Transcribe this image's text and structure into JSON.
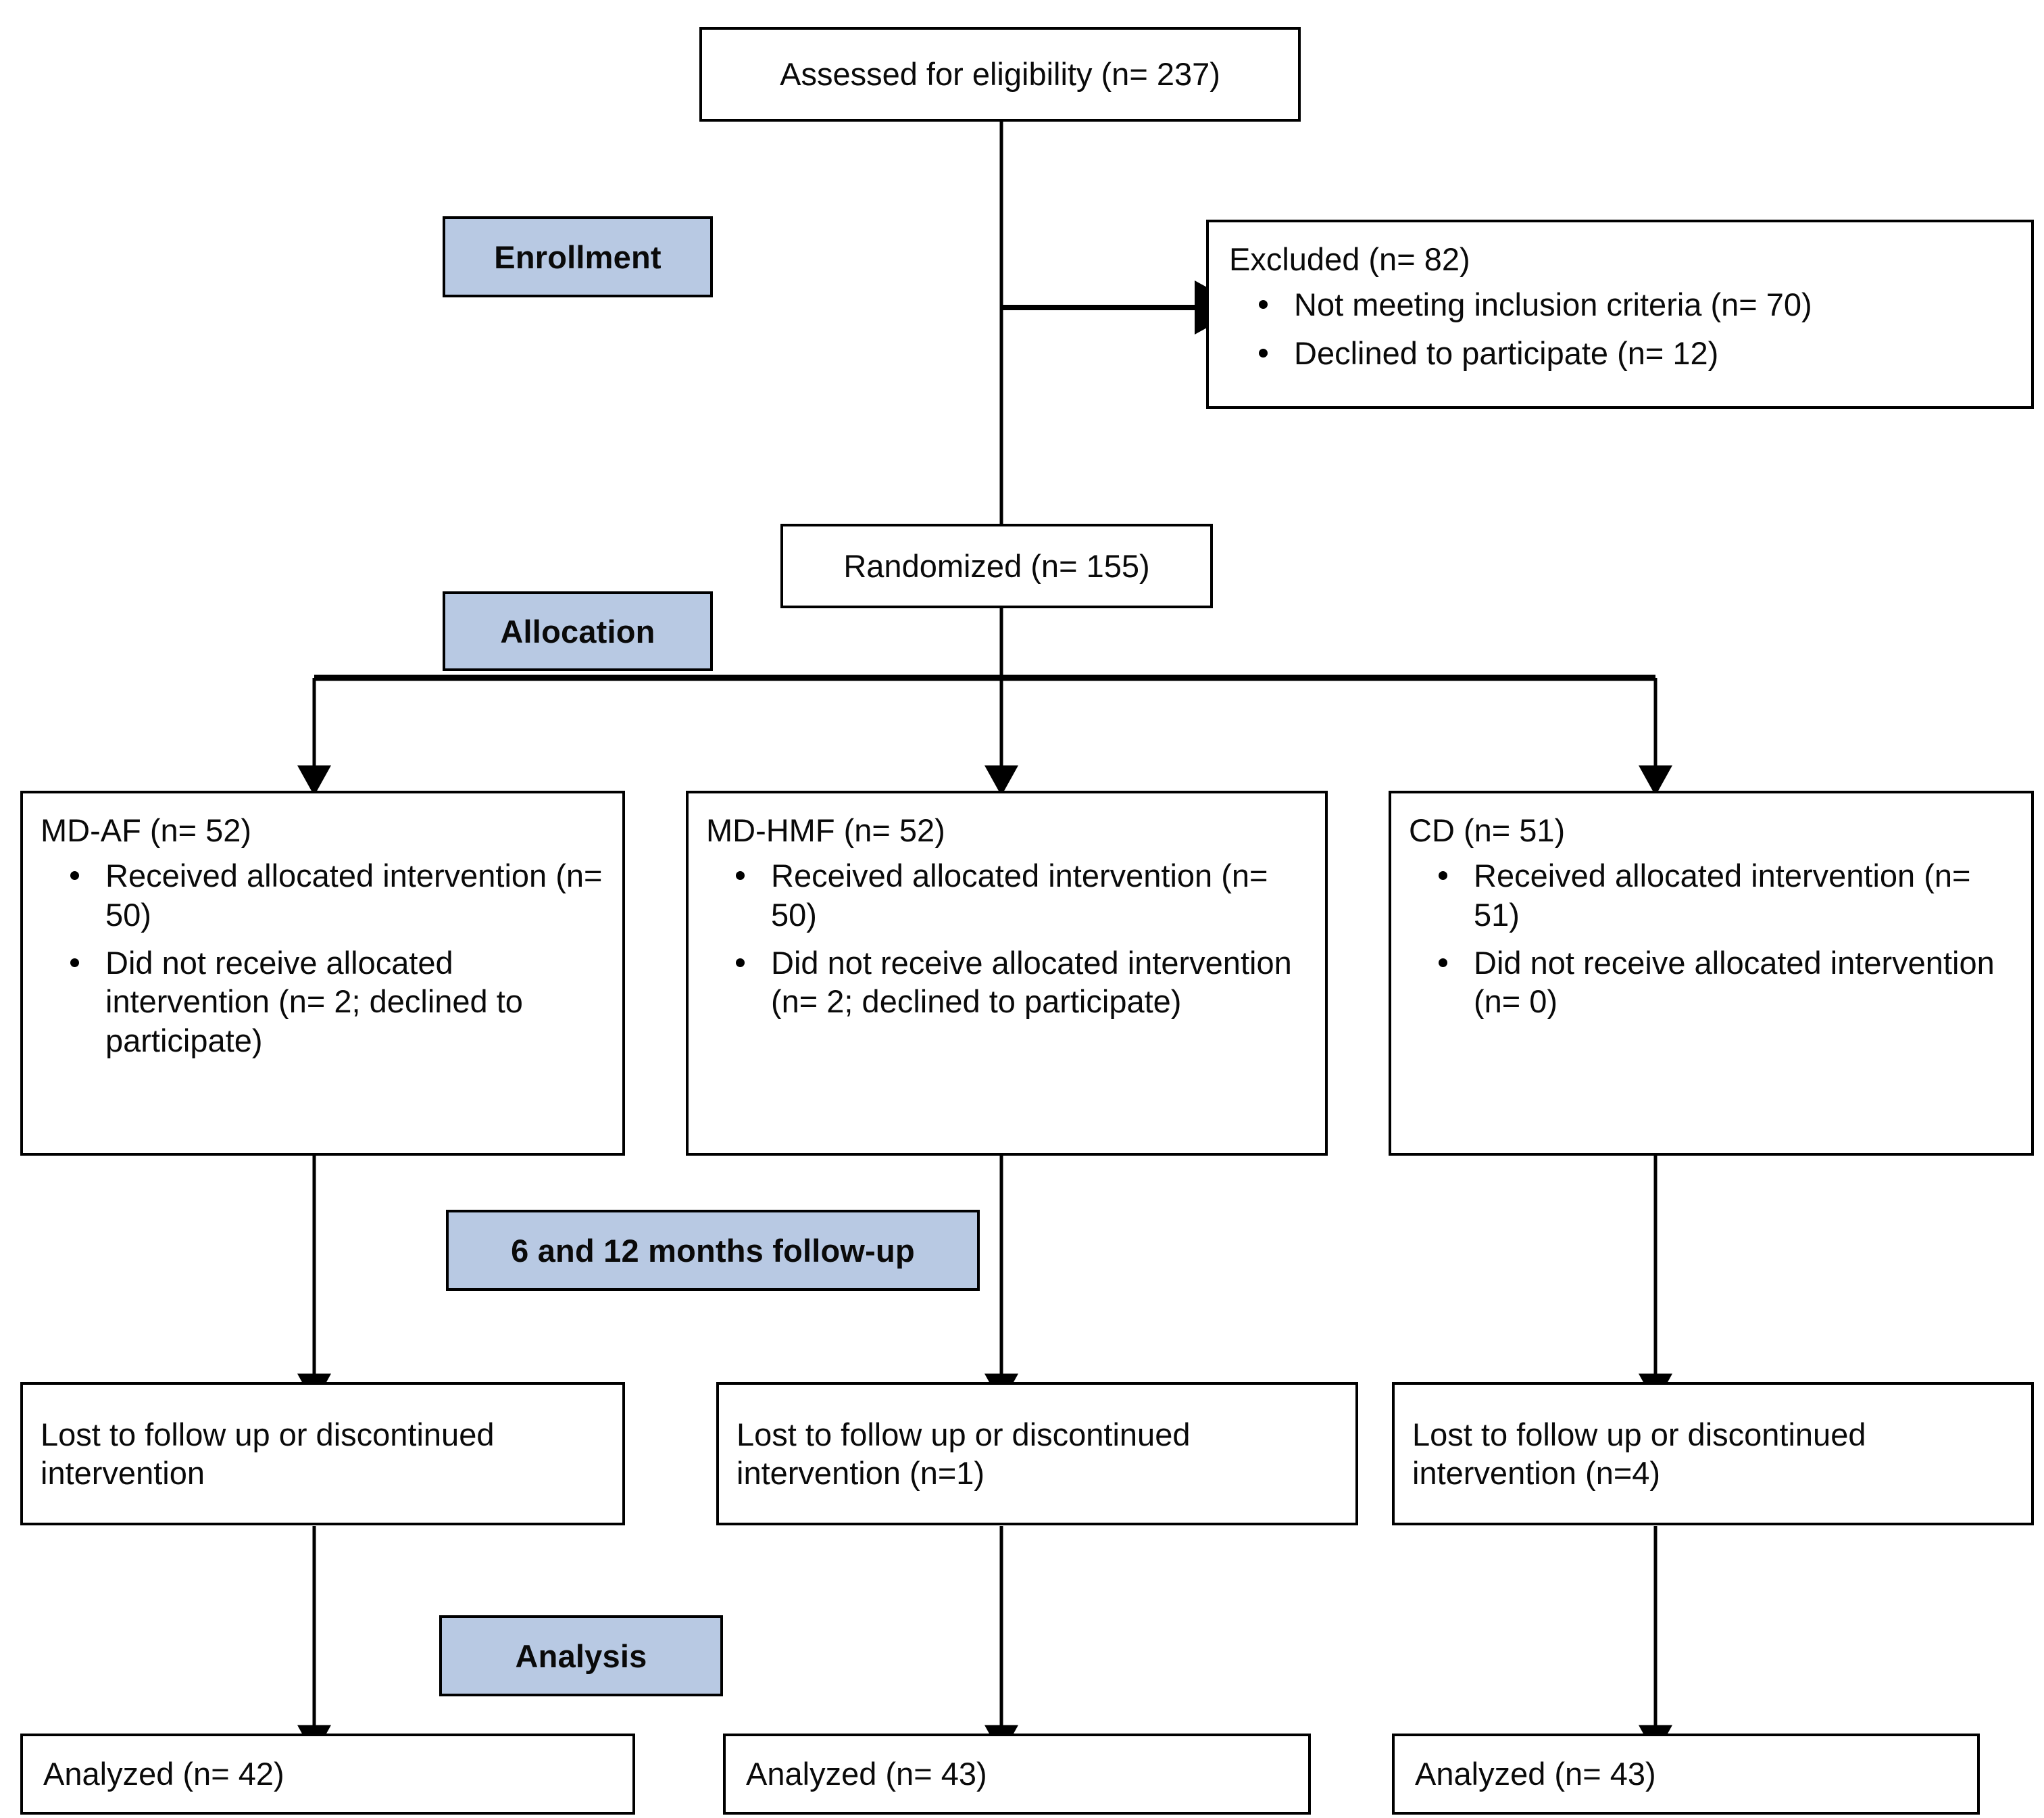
{
  "diagram": {
    "title": "CONSORT participant flow diagram",
    "accent_color": "#b8c9e3",
    "line_color": "#000000",
    "box_border_color": "#000000",
    "background_color": "#ffffff"
  },
  "stage_labels": {
    "enrollment": "Enrollment",
    "allocation": "Allocation",
    "followup": "6 and 12 months follow-up",
    "analysis": "Analysis"
  },
  "enrollment": {
    "assessed": "Assessed for eligibility (n= 237)",
    "excluded_title": "Excluded (n= 82)",
    "excluded_reasons": [
      "Not meeting inclusion  criteria (n= 70)",
      "Declined to participate (n= 12)"
    ],
    "randomized": "Randomized (n= 155)"
  },
  "allocation": {
    "arms": [
      {
        "heading": "MD-AF (n= 52)",
        "items": [
          "Received allocated intervention (n= 50)",
          "Did not receive allocated intervention (n= 2; declined to participate)"
        ]
      },
      {
        "heading": "MD-HMF  (n= 52)",
        "items": [
          "Received allocated intervention (n= 50)",
          "Did not receive allocated intervention (n= 2; declined to participate)"
        ]
      },
      {
        "heading": "CD (n= 51)",
        "items": [
          "Received allocated intervention (n= 51)",
          "Did not receive allocated intervention (n= 0)"
        ]
      }
    ]
  },
  "followup": {
    "arms": [
      "Lost to follow up or discontinued intervention",
      "Lost to follow up or discontinued intervention (n=1)",
      "Lost to follow up or discontinued intervention (n=4)"
    ]
  },
  "analysis": {
    "arms": [
      "Analyzed (n= 42)",
      "Analyzed (n= 43)",
      "Analyzed (n= 43)"
    ]
  },
  "chart_data": {
    "type": "table",
    "title": "CONSORT flow: participants by stage and arm",
    "stages": [
      "Assessed",
      "Excluded",
      "Randomized",
      "Allocated",
      "Received",
      "Not received",
      "Lost/discontinued",
      "Analyzed"
    ],
    "overall": {
      "assessed_for_eligibility": 237,
      "excluded_total": 82,
      "excluded_not_meeting_inclusion_criteria": 70,
      "excluded_declined_to_participate": 12,
      "randomized": 155
    },
    "arms": [
      "MD-AF",
      "MD-HMF",
      "CD"
    ],
    "series": [
      {
        "name": "Allocated",
        "values": [
          52,
          52,
          51
        ]
      },
      {
        "name": "Received allocated intervention",
        "values": [
          50,
          50,
          51
        ]
      },
      {
        "name": "Did not receive allocated intervention",
        "values": [
          2,
          2,
          0
        ]
      },
      {
        "name": "Lost to follow up or discontinued",
        "values": [
          null,
          1,
          4
        ]
      },
      {
        "name": "Analyzed",
        "values": [
          42,
          43,
          43
        ]
      }
    ]
  }
}
